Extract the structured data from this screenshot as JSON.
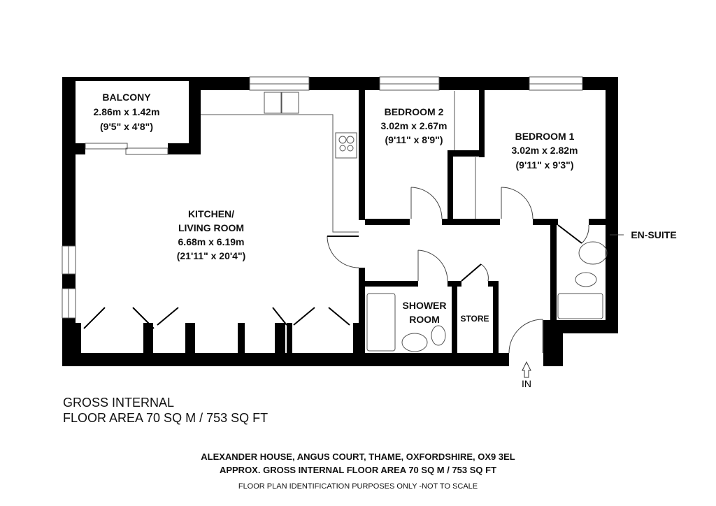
{
  "rooms": {
    "balcony": {
      "name": "BALCONY",
      "metric": "2.86m x 1.42m",
      "imperial": "(9'5\" x 4'8\")"
    },
    "kitchen": {
      "name1": "KITCHEN/",
      "name2": "LIVING ROOM",
      "metric": "6.68m x 6.19m",
      "imperial": "(21'11\" x 20'4\")"
    },
    "bedroom2": {
      "name": "BEDROOM 2",
      "metric": "3.02m x 2.67m",
      "imperial": "(9'11\" x 8'9\")"
    },
    "bedroom1": {
      "name": "BEDROOM 1",
      "metric": "3.02m x 2.82m",
      "imperial": "(9'11\" x 9'3\")"
    },
    "ensuite": {
      "name": "EN-SUITE"
    },
    "shower": {
      "name1": "SHOWER",
      "name2": "ROOM"
    },
    "store": {
      "name": "STORE"
    }
  },
  "entrance": "IN",
  "gross_internal": {
    "line1": "GROSS INTERNAL",
    "line2": "FLOOR AREA 70 SQ M / 753 SQ FT"
  },
  "footer": {
    "address": "ALEXANDER HOUSE, ANGUS COURT, THAME, OXFORDSHIRE, OX9 3EL",
    "area": "APPROX. GROSS INTERNAL FLOOR AREA 70 SQ M / 753 SQ FT",
    "disclaimer": "FLOOR PLAN IDENTIFICATION PURPOSES ONLY -NOT TO SCALE"
  }
}
